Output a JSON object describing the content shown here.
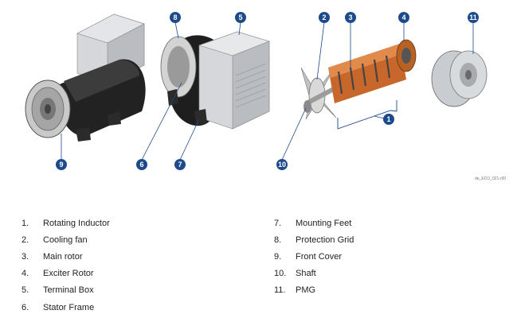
{
  "reference_code": "de_ECO_021-r00",
  "callouts": [
    "1",
    "2",
    "3",
    "4",
    "5",
    "6",
    "7",
    "8",
    "9",
    "10",
    "11"
  ],
  "legend": [
    {
      "num": "1.",
      "label": "Rotating Inductor"
    },
    {
      "num": "2.",
      "label": "Cooling fan"
    },
    {
      "num": "3.",
      "label": "Main rotor"
    },
    {
      "num": "4.",
      "label": "Exciter Rotor"
    },
    {
      "num": "5.",
      "label": "Terminal Box"
    },
    {
      "num": "6.",
      "label": "Stator Frame"
    },
    {
      "num": "7.",
      "label": "Mounting Feet"
    },
    {
      "num": "8.",
      "label": "Protection Grid"
    },
    {
      "num": "9.",
      "label": "Front Cover"
    },
    {
      "num": "10.",
      "label": "Shaft"
    },
    {
      "num": "11.",
      "label": "PMG"
    }
  ],
  "colors": {
    "callout": "#1c4a8a",
    "leader": "#1c4a8a",
    "frame": "#1a1a1a",
    "box": "#c9ccd0",
    "copper": "#c8672c"
  }
}
